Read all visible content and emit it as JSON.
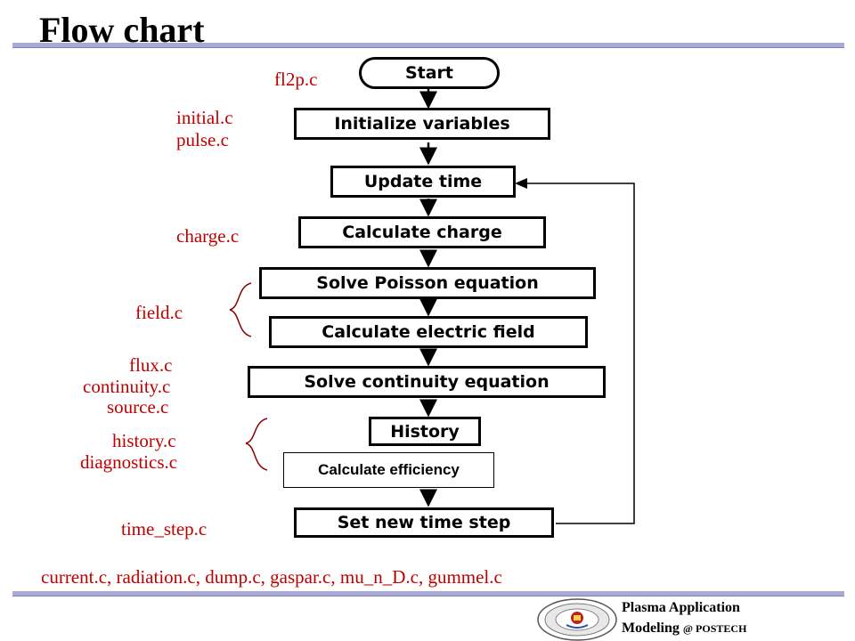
{
  "title": "Flow chart",
  "nodes": {
    "start": "Start",
    "initialize": "Initialize variables",
    "update_time": "Update time",
    "calc_charge": "Calculate charge",
    "poisson": "Solve Poisson equation",
    "electric_field": "Calculate electric field",
    "continuity": "Solve continuity equation",
    "history": "History",
    "efficiency": "Calculate efficiency",
    "time_step": "Set new time step"
  },
  "files": {
    "fl2p": "fl2p.c",
    "initial": "initial.c",
    "pulse": "pulse.c",
    "charge": "charge.c",
    "field": "field.c",
    "flux": "flux.c",
    "continuity": "continuity.c",
    "source": "source.c",
    "history": "history.c",
    "diagnostics": "diagnostics.c",
    "time_step": "time_step.c",
    "others": "current.c, radiation.c, dump.c, gaspar.c, mu_n_D.c, gummel.c"
  },
  "footer": {
    "line1": "Plasma Application",
    "line2_main": "Modeling",
    "line2_small": "@ POSTECH"
  },
  "colors": {
    "label": "#c00000",
    "rule": "#a9abd6",
    "box_border": "#000000"
  }
}
